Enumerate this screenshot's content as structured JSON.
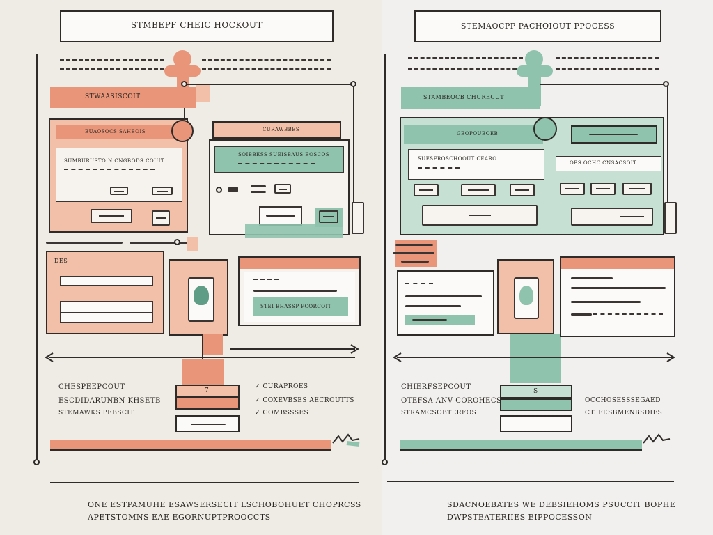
{
  "left": {
    "title": "STMBEPF CHEIC HOCKOUT",
    "banner": "STWAASISCOIT",
    "card_header": "BUAOSOCS SAHBOIS",
    "card_sub": "SUMBURUSTO N CNGBODS COUIT",
    "panel_header": "CURAWBBES",
    "panel_sub": "SOIBBESS SUEISBAUS BOSCOS",
    "form_label": "DES",
    "summary_label": "STEI BHASSP PCORCOIT",
    "legend": [
      "CHESPEEPCOUT",
      "ESCDIDARUNBN KHSETB",
      "STEMAWKS PEBSCIT"
    ],
    "steps": [
      "7",
      "",
      ""
    ],
    "step_notes": [
      "✓ CURAPROES",
      "✓ COXEVBSES AECROUTTS",
      "✓ GOMBSSSES"
    ],
    "footer": [
      "ONE ESTPAMUHE ESAWSERSECIT LSCHOBOHUET CHOPRCSS",
      "APETSTOMNS EAE EGORNUPTPROOCCTS"
    ]
  },
  "right": {
    "title": "STEMAOCPP PACHOIOUT PPOCESS",
    "banner": "STAMBEOCB CHURECUT",
    "card_header": "GBOPOUBOEB",
    "card_sub": "SUESFROSCHOOUT CEARO",
    "panel_header": "OBS   OCHC CNSACSOIT",
    "legend": [
      "CHIERFSEPCOUT",
      "OTEFSA ANV COROHECSS",
      "STRAMCSOBTERFOS"
    ],
    "steps": [
      "S",
      "",
      ""
    ],
    "step_notes": [
      "OCCHOSESSSEGAED",
      "CT. FESBMENBSDIES"
    ],
    "footer": [
      "SDACNOEBATES WE DEBSIEHOMS PSUCCIT BOPHE",
      "DWPSTEATERIIES EIPPOCESSON"
    ]
  },
  "colors": {
    "ink": "#2f2b29",
    "coral": "#e8957a",
    "green": "#8fc3ae",
    "paper": "#efebe5"
  },
  "icons": [
    "pin-icon",
    "avatar-icon",
    "zigzag-icon",
    "check-icon"
  ]
}
